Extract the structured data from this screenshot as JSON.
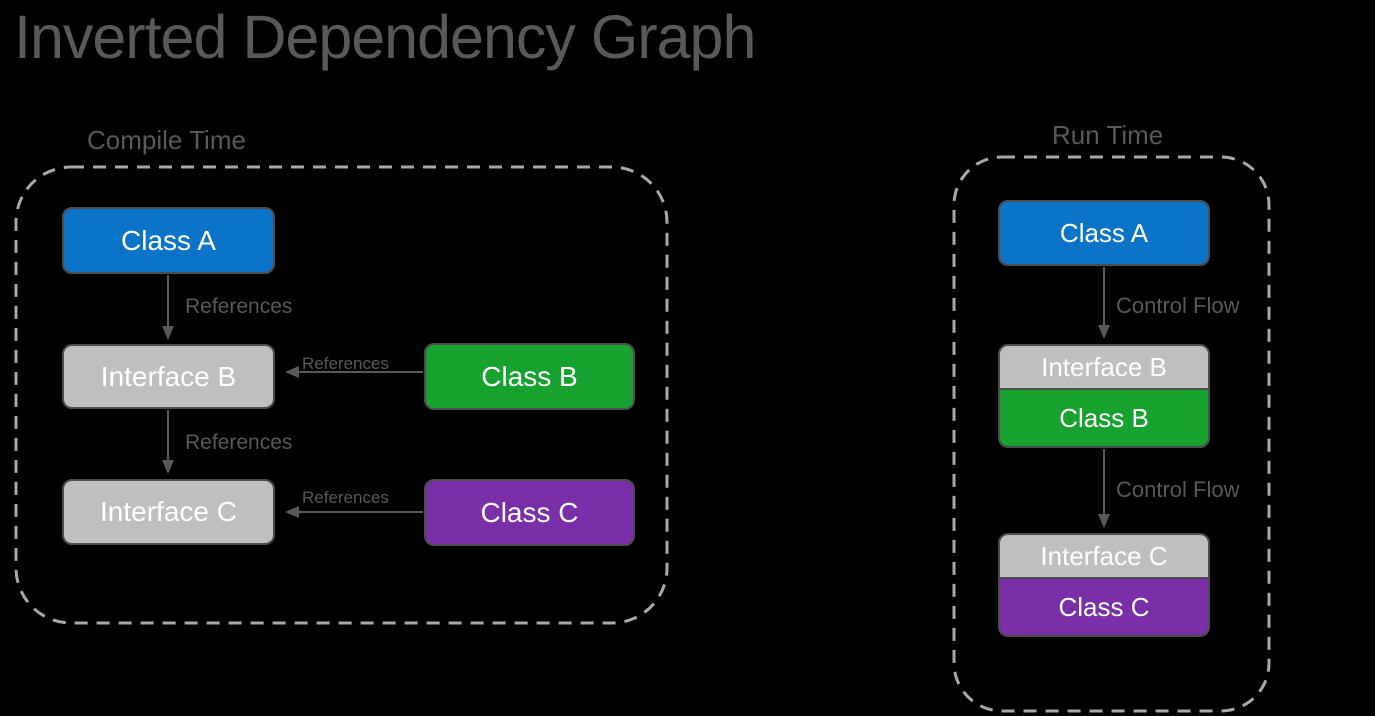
{
  "title": "Inverted Dependency Graph",
  "colors": {
    "background": "#000000",
    "blue": "#0C74C8",
    "green": "#17A12E",
    "purple": "#7A2EA8",
    "gray_box": "#BFBFBF",
    "box_border": "#4D4D4D",
    "dashed_border": "#A9A9A9",
    "text_gray": "#595959",
    "box_text": "#FFFFFF"
  },
  "compile": {
    "section_label": "Compile Time",
    "class_a": "Class A",
    "interface_b": "Interface B",
    "interface_c": "Interface C",
    "class_b": "Class B",
    "class_c": "Class C",
    "ref_a_to_b": "References",
    "ref_b_to_c": "References",
    "ref_classb_to_ifaceb": "References",
    "ref_classc_to_ifacec": "References"
  },
  "run": {
    "section_label": "Run Time",
    "class_a": "Class A",
    "interface_b": "Interface B",
    "class_b": "Class B",
    "interface_c": "Interface C",
    "class_c": "Class C",
    "flow_a_to_b": "Control Flow",
    "flow_b_to_c": "Control Flow"
  }
}
